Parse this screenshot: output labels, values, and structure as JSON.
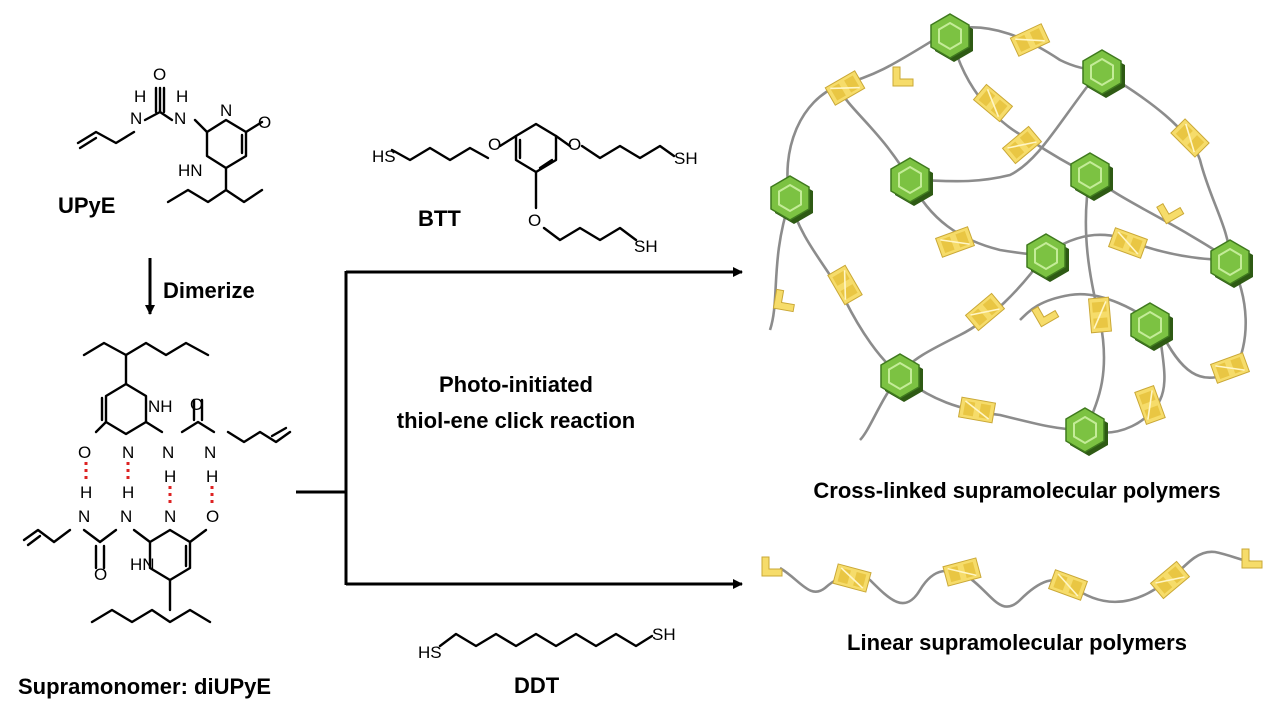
{
  "labels": {
    "upye": "UPyE",
    "dimerize": "Dimerize",
    "supramonomer": "Supramonomer: diUPyE",
    "btt": "BTT",
    "ddt": "DDT",
    "reaction_line1": "Photo-initiated",
    "reaction_line2": "thiol-ene click reaction",
    "crosslinked": "Cross-linked supramolecular polymers",
    "linear": "Linear supramolecular polymers"
  },
  "atoms": {
    "H": "H",
    "N": "N",
    "O": "O",
    "HN": "HN",
    "NH": "NH",
    "HS": "HS",
    "SH": "SH"
  },
  "colors": {
    "hydrogen_bond": "#dd2222",
    "crosslinker_green": "#7cc242",
    "upy_yellow": "#f3d660",
    "polymer_chain": "#8c8c8c"
  }
}
